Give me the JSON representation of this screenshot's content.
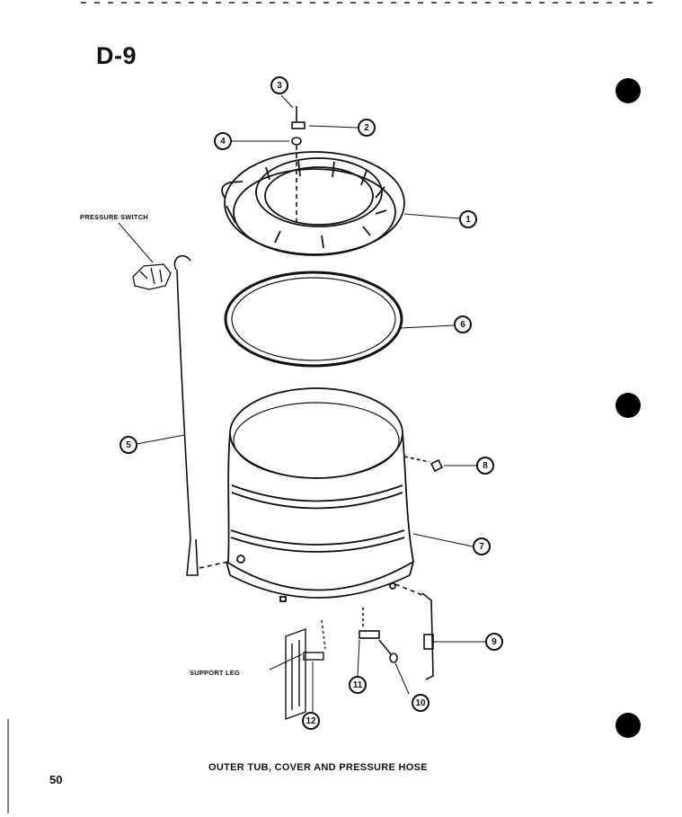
{
  "page": {
    "code": "D-9",
    "number": "50",
    "caption": "OUTER TUB, COVER AND PRESSURE HOSE"
  },
  "labels": {
    "pressure_switch": "PRESSURE SWITCH",
    "support_leg": "SUPPORT LEG"
  },
  "callouts": [
    "1",
    "2",
    "3",
    "4",
    "5",
    "6",
    "7",
    "8",
    "9",
    "10",
    "11",
    "12"
  ]
}
